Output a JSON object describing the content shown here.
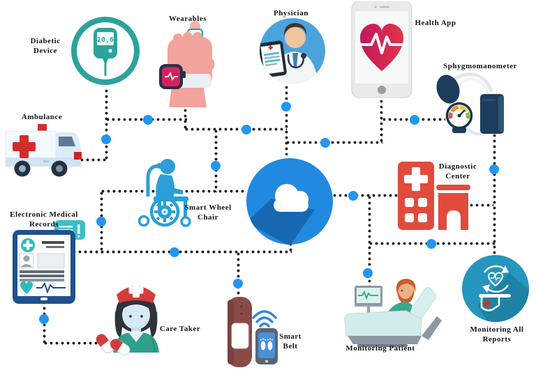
{
  "devices": {
    "diabetic_device": {
      "label": "Diabetic Device",
      "reading": "10,6"
    },
    "wearables": {
      "label": "Wearables"
    },
    "physician": {
      "label": "Physician"
    },
    "health_app": {
      "label": "Health App"
    },
    "sphygmomanometer": {
      "label": "Sphygmomanometer"
    },
    "ambulance": {
      "label": "Ambulance"
    },
    "smart_wheel_chair": {
      "label": "Smart Wheel Chair"
    },
    "diagnostic_center": {
      "label": "Diagnostic Center"
    },
    "electronic_medical_records": {
      "label": "Electronic Medical Records"
    },
    "care_taker": {
      "label": "Care Taker"
    },
    "smart_belt": {
      "label": "Smart Belt"
    },
    "monitoring_patient": {
      "label": "Monitoring Patient"
    },
    "monitoring_all_reports": {
      "label": "Monitoring All Reports"
    }
  },
  "hub": {
    "name": "cloud"
  },
  "colors": {
    "node_blue": "#2196F3",
    "cloud_blue": "#2289E0",
    "cloud_shadow": "#1767B2",
    "teal": "#2BA39B",
    "physician_blue": "#4BA3DC",
    "wheelchair_blue": "#2B9FD6",
    "reports_blue": "#2596BE",
    "diagnostic_red": "#E14B3C",
    "ambulance_red": "#D42B2B",
    "heart_magenta": "#D6215E",
    "belt_maroon": "#8A4B47",
    "line_black": "#161616"
  }
}
